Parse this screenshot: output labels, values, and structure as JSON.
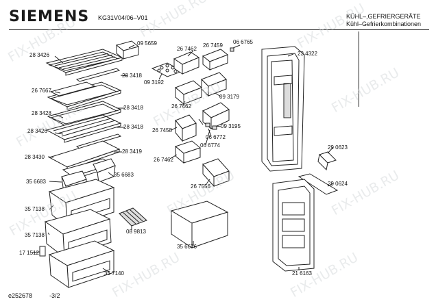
{
  "header": {
    "brand": "SIEMENS",
    "model": "KG31V04/06–V01",
    "category_de": "KÜHL–,GEFRIERGERÄTE",
    "category_sub": "Kühl–Gefrierkombinationen"
  },
  "footer": {
    "doc_id": "e252678",
    "page": "-3/2"
  },
  "watermark": "FIX-HUB.RU",
  "part_labels": [
    "28 3426",
    "09 5659",
    "26 7462",
    "26 7459",
    "06 6765",
    "23 4322",
    "28 3418",
    "09 3192",
    "26 7667",
    "09 3179",
    "28 3428",
    "28 3418",
    "26 7462",
    "28 3426",
    "28 3418",
    "26 7458",
    "09 3195",
    "06 6772",
    "06 6774",
    "28 3430",
    "28 3419",
    "29 0623",
    "26 7462",
    "35 6683",
    "35 6683",
    "26 7556",
    "29 0624",
    "35 7138",
    "08 9813",
    "35 7138",
    "35 6676",
    "17 1512",
    "35 7140",
    "21 6163"
  ]
}
